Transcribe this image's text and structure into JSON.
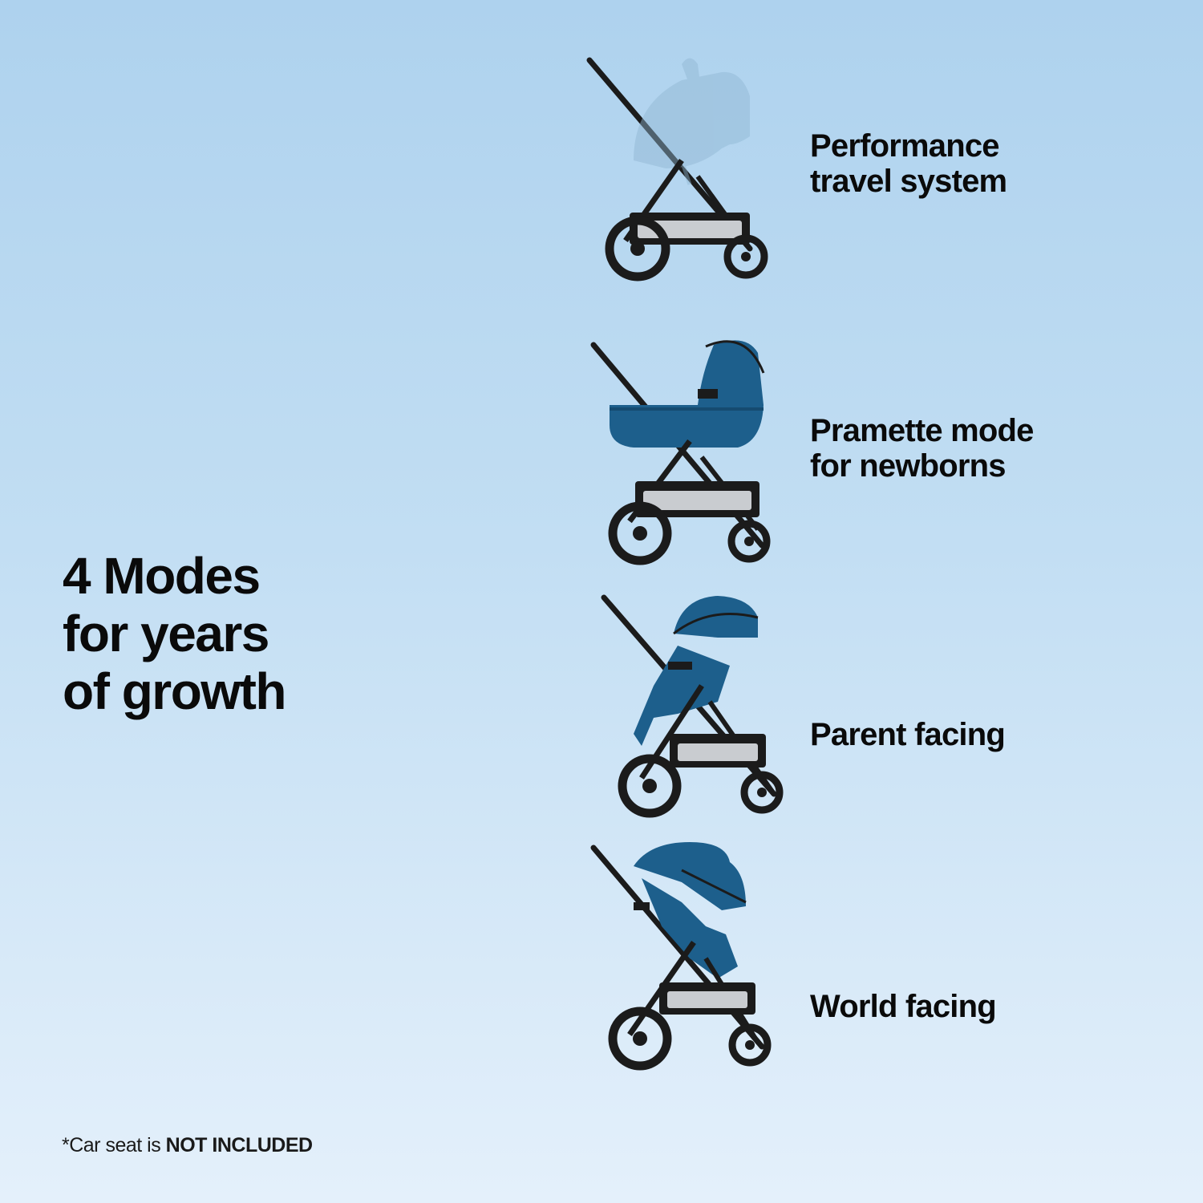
{
  "headline": {
    "line1": "4 Modes",
    "line2": "for years",
    "line3": "of growth"
  },
  "modes": [
    {
      "line1": "Performance",
      "line2": "travel system",
      "image": "stroller-with-car-seat"
    },
    {
      "line1": "Pramette mode",
      "line2": "for newborns",
      "image": "stroller-with-bassinet"
    },
    {
      "line1": "Parent facing",
      "image": "stroller-seat-parent-facing"
    },
    {
      "line1": "World facing",
      "image": "stroller-seat-world-facing"
    }
  ],
  "footnote": {
    "prefix": "*Car seat is ",
    "emphasis": "NOT INCLUDED"
  },
  "colors": {
    "fabric": "#1d5f8c",
    "frame": "#1b1b1b",
    "car_seat": "#a9c7de",
    "text": "#0a0a0a"
  }
}
